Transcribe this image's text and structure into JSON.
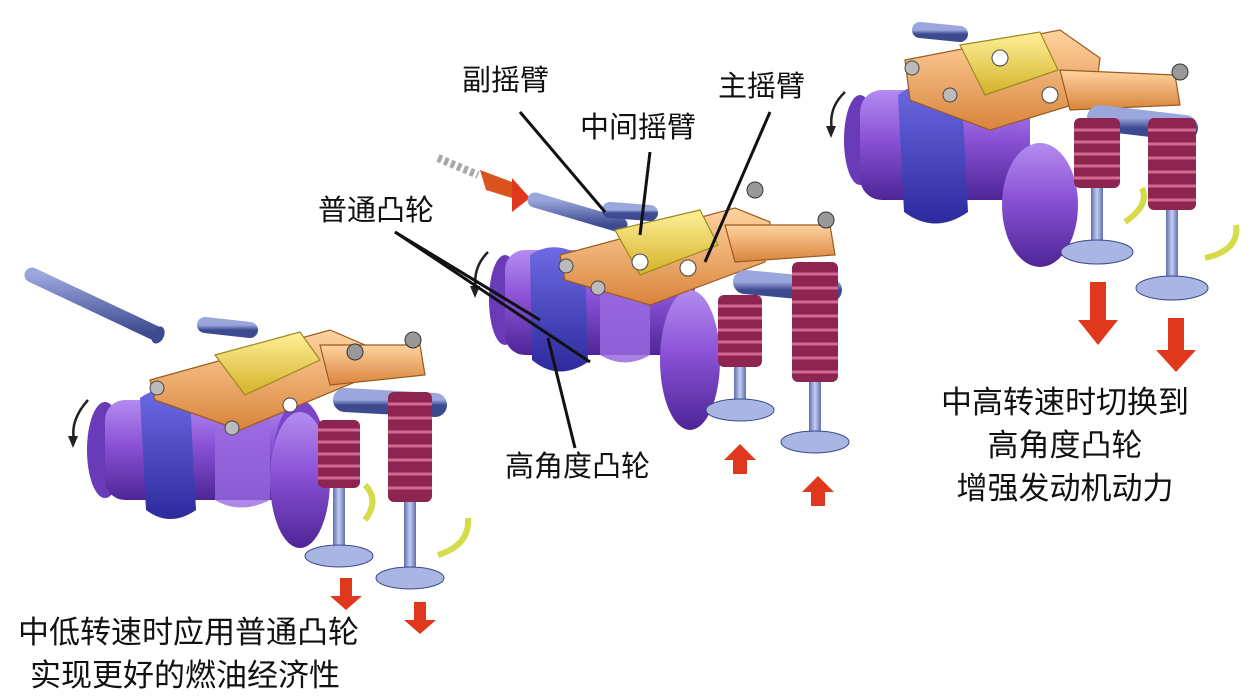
{
  "labels": {
    "secondary_rocker": "副摇臂",
    "middle_rocker": "中间摇臂",
    "primary_rocker": "主摇臂",
    "normal_cam": "普通凸轮",
    "high_angle_cam": "高角度凸轮"
  },
  "captions": {
    "low_speed": {
      "line1": "中低转速时应用普通凸轮",
      "line2": "实现更好的燃油经济性"
    },
    "high_speed": {
      "line1": "中高转速时切换到",
      "line2": "高角度凸轮",
      "line3": "增强发动机动力"
    }
  },
  "colors": {
    "camshaft": "#8a52d6",
    "cam_band": "#4b47c9",
    "rocker": "#f0a860",
    "middle_rocker": "#efd34a",
    "spring": "#8e2450",
    "valve": "#a9b6e4",
    "arrow": "#e0381d",
    "oil_arrow": "#d5dc4a"
  },
  "assemblies": [
    "low-speed-mode",
    "switching-mode",
    "high-speed-mode"
  ]
}
